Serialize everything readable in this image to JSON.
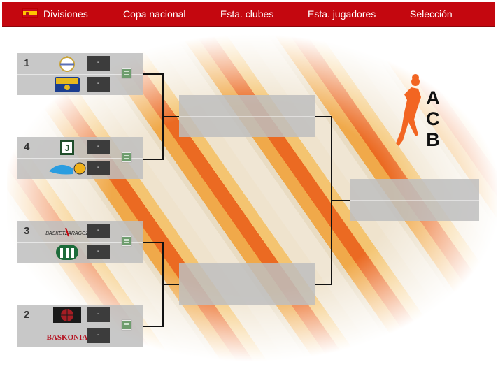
{
  "nav": {
    "flag_icon": "spain-flag-icon",
    "items": [
      {
        "label": "Divisiones"
      },
      {
        "label": "Copa nacional"
      },
      {
        "label": "Esta. clubes"
      },
      {
        "label": "Esta. jugadores"
      },
      {
        "label": "Selección"
      }
    ]
  },
  "logo": {
    "letters": [
      "A",
      "C",
      "B"
    ],
    "color": "#f26522"
  },
  "bracket": {
    "quarterfinals": [
      {
        "seed": "1",
        "teams": [
          {
            "logo": "real-madrid-logo-icon",
            "score": "-"
          },
          {
            "logo": "estudiantes-logo-icon",
            "score": "-"
          }
        ]
      },
      {
        "seed": "4",
        "teams": [
          {
            "logo": "joventut-logo-icon",
            "score": "-"
          },
          {
            "logo": "gran-canaria-logo-icon",
            "score": "-"
          }
        ]
      },
      {
        "seed": "3",
        "teams": [
          {
            "logo": "basket-zaragoza-logo-icon",
            "wordmark": "BASKETZARAGOZ",
            "score": "-"
          },
          {
            "logo": "unicaja-logo-icon",
            "score": "-"
          }
        ]
      },
      {
        "seed": "2",
        "teams": [
          {
            "logo": "barcelona-logo-icon",
            "score": "-"
          },
          {
            "logo": "baskonia-logo-icon",
            "wordmark": "BASKONIA",
            "score": "-"
          }
        ]
      }
    ],
    "semifinals": [
      {
        "teams": [
          "",
          ""
        ]
      },
      {
        "teams": [
          "",
          ""
        ]
      }
    ],
    "final": {
      "teams": [
        "",
        ""
      ]
    }
  }
}
